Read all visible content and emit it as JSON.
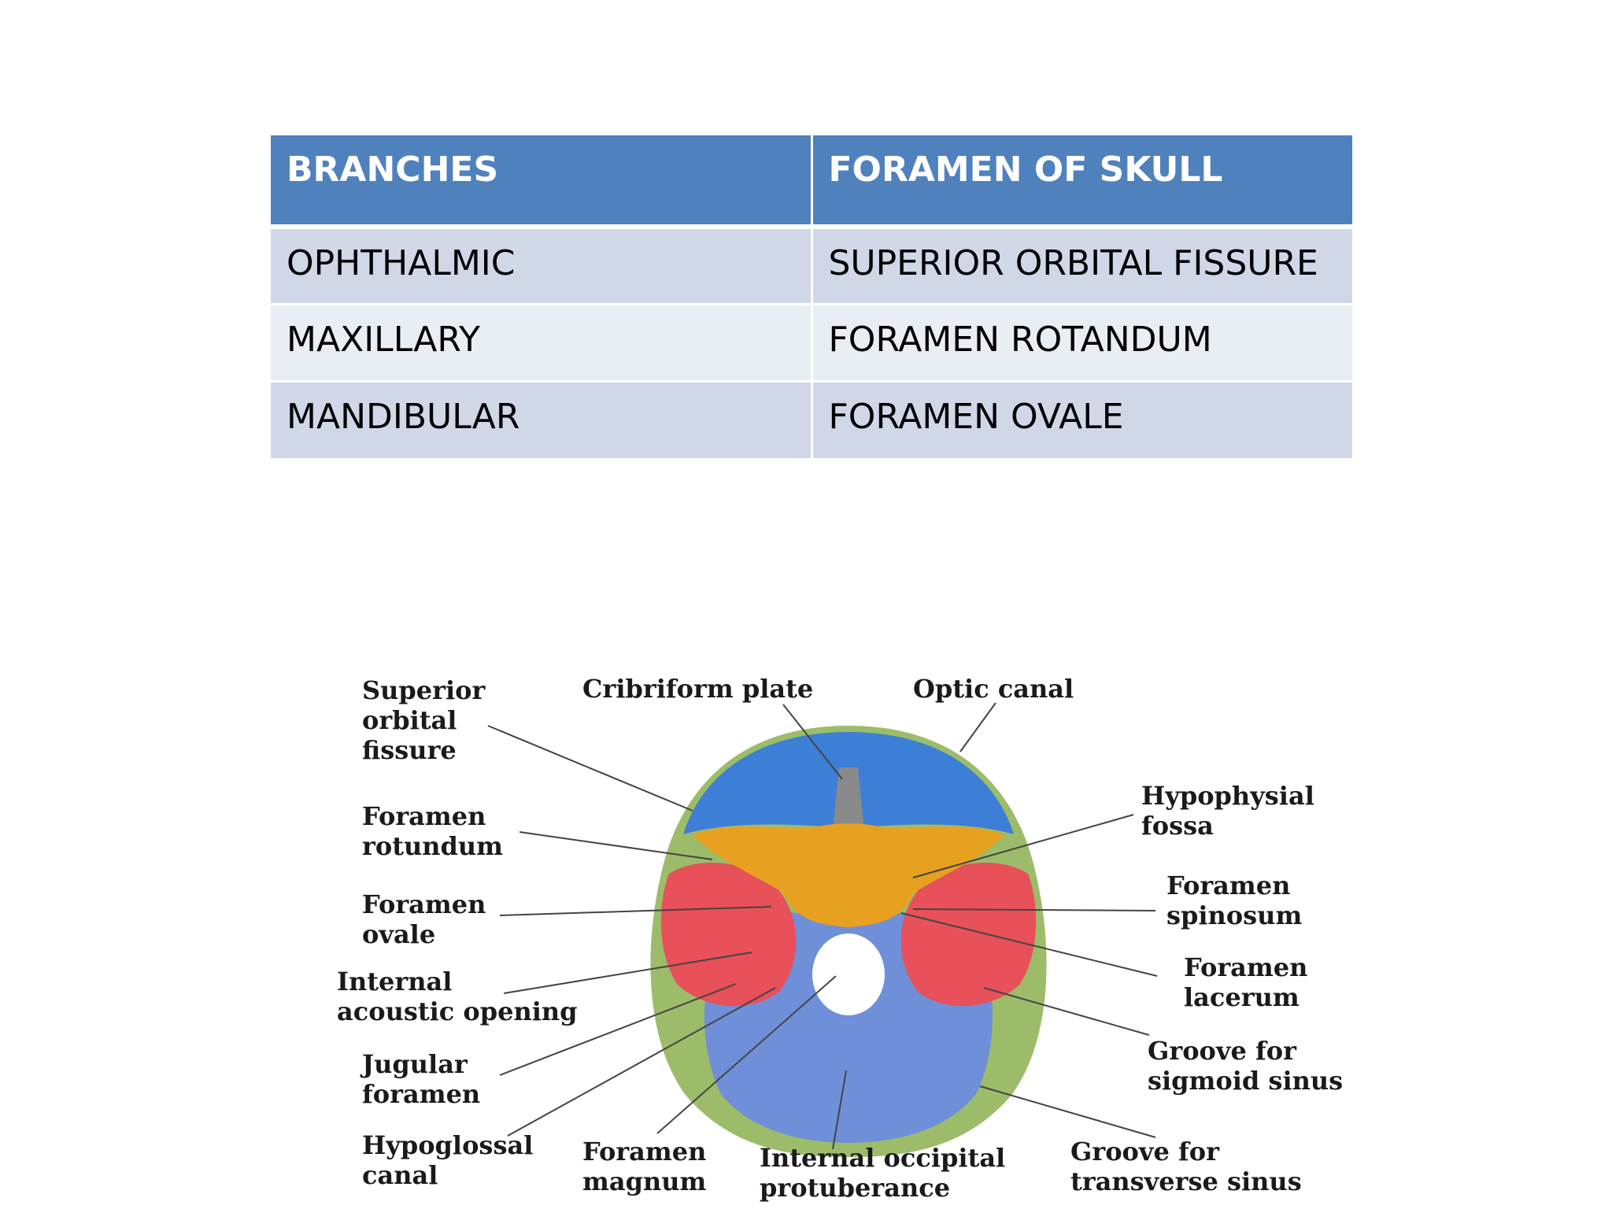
{
  "table": {
    "headers": [
      "BRANCHES",
      "FORAMEN OF SKULL"
    ],
    "rows": [
      [
        "OPHTHALMIC",
        "SUPERIOR ORBITAL FISSURE"
      ],
      [
        "MAXILLARY",
        "FORAMEN ROTANDUM"
      ],
      [
        "MANDIBULAR",
        "FORAMEN OVALE"
      ]
    ]
  },
  "diagram": {
    "labels": {
      "superior_orbital_fissure": [
        "Superior",
        "orbital",
        "fissure"
      ],
      "cribriform_plate": [
        "Cribriform plate"
      ],
      "optic_canal": [
        "Optic canal"
      ],
      "hypophysial_fossa": [
        "Hypophysial",
        "fossa"
      ],
      "foramen_rotundum": [
        "Foramen",
        "rotundum"
      ],
      "foramen_spinosum": [
        "Foramen",
        "spinosum"
      ],
      "foramen_ovale": [
        "Foramen",
        "ovale"
      ],
      "foramen_lacerum": [
        "Foramen",
        "lacerum"
      ],
      "internal_acoustic_opening": [
        "Internal",
        "acoustic opening"
      ],
      "groove_sigmoid_sinus": [
        "Groove for",
        "sigmoid sinus"
      ],
      "jugular_foramen": [
        "Jugular",
        "foramen"
      ],
      "hypoglossal_canal": [
        "Hypoglossal",
        "canal"
      ],
      "foramen_magnum": [
        "Foramen",
        "magnum"
      ],
      "internal_occipital_protuberance": [
        "Internal occipital",
        "protuberance"
      ],
      "groove_transverse_sinus": [
        "Groove for",
        "transverse sinus"
      ]
    },
    "colors": {
      "anterior_fossa": "#3d7fd6",
      "sphenoid": "#e8a020",
      "temporal": "#e8505a",
      "occipital": "#6f8fd8",
      "parietal_rim": "#9cbc6a"
    }
  }
}
